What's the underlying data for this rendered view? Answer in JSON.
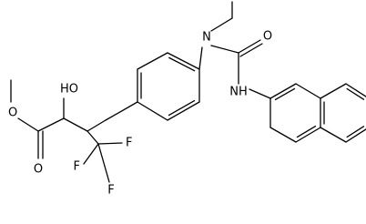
{
  "diagram": {
    "type": "chemical-structure",
    "colors": {
      "bond": "#000000",
      "label": "#000000",
      "background": "#ffffff"
    },
    "atom_labels": {
      "hydroxyl": "HO",
      "ester_ether_oxygen": "O",
      "ester_carbonyl_oxygen": "O",
      "fluorine_top": "F",
      "fluorine_left": "F",
      "fluorine_bottom": "F",
      "amine_nitrogen": "N",
      "urea_carbonyl_oxygen": "O",
      "urea_nh": "NH"
    }
  }
}
